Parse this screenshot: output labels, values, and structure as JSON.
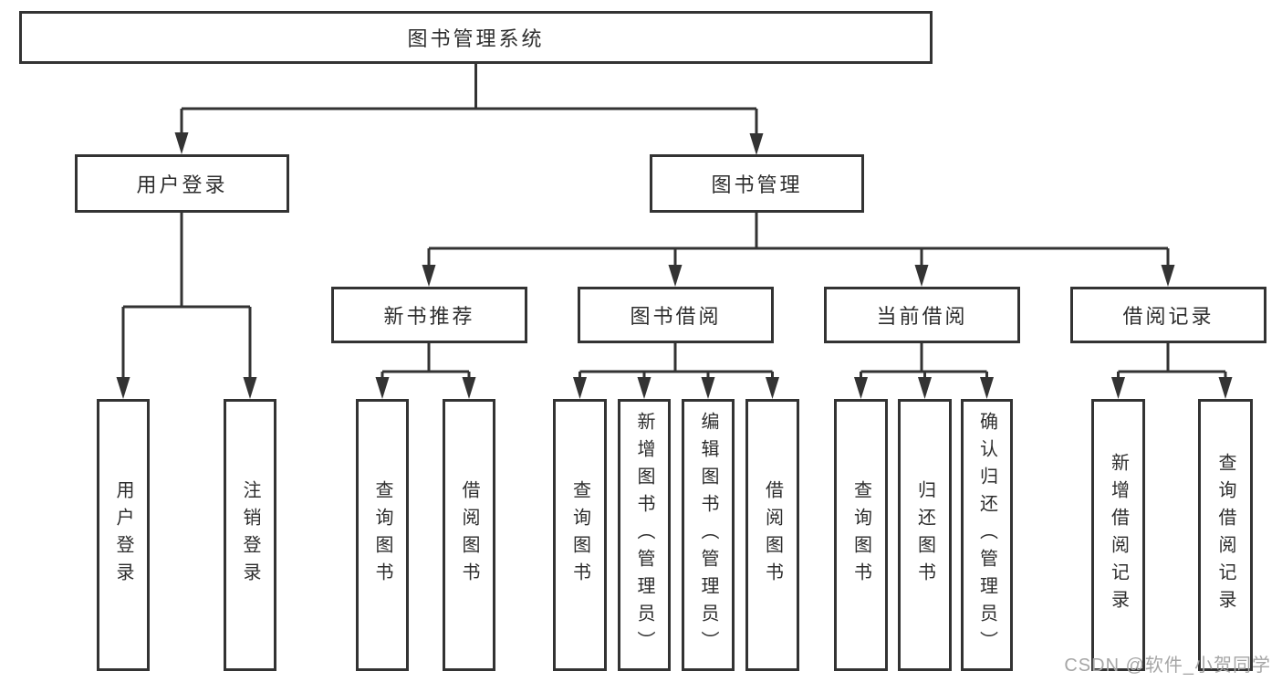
{
  "colors": {
    "line": "#333333",
    "node_border": "#333333",
    "node_background": "#ffffff",
    "node_text": "#2d2d2d",
    "watermark_text": "#a6a6a6"
  },
  "nodes": {
    "root": {
      "label": "图书管理系统"
    },
    "user_login": {
      "label": "用户登录"
    },
    "book_mgmt": {
      "label": "图书管理"
    },
    "new_book_rec": {
      "label": "新书推荐"
    },
    "book_borrow": {
      "label": "图书借阅"
    },
    "current_borrow": {
      "label": "当前借阅"
    },
    "borrow_record": {
      "label": "借阅记录"
    },
    "leaf_user_login": {
      "label": "用户登录"
    },
    "leaf_logout": {
      "label": "注销登录"
    },
    "leaf_nb_query": {
      "label": "查询图书"
    },
    "leaf_nb_borrow": {
      "label": "借阅图书"
    },
    "leaf_bb_query": {
      "label": "查询图书"
    },
    "leaf_bb_add": {
      "label": "新增图书（管理员）"
    },
    "leaf_bb_edit": {
      "label": "编辑图书（管理员）"
    },
    "leaf_bb_borrow": {
      "label": "借阅图书"
    },
    "leaf_cb_query": {
      "label": "查询图书"
    },
    "leaf_cb_return": {
      "label": "归还图书"
    },
    "leaf_cb_confirm": {
      "label": "确认归还（管理员）"
    },
    "leaf_br_add": {
      "label": "新增借阅记录"
    },
    "leaf_br_query": {
      "label": "查询借阅记录"
    }
  },
  "watermark": "CSDN @软件_小贺同学"
}
